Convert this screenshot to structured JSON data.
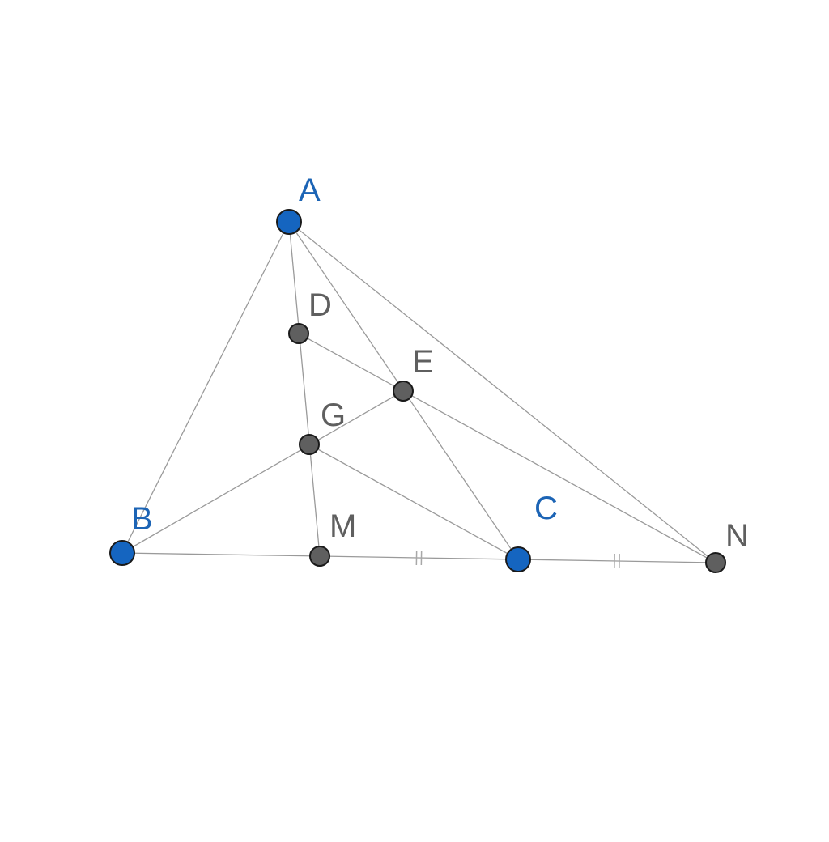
{
  "colors": {
    "free_point": "#1565c0",
    "dependent_point": "#5f5f5f",
    "free_label": "#1c64b5",
    "dependent_label": "#5f5f5f",
    "segment": "#9a9a9a"
  },
  "points": [
    {
      "id": "A",
      "label": "A",
      "kind": "free"
    },
    {
      "id": "B",
      "label": "B",
      "kind": "free"
    },
    {
      "id": "C",
      "label": "C",
      "kind": "free"
    },
    {
      "id": "D",
      "label": "D",
      "kind": "dependent"
    },
    {
      "id": "E",
      "label": "E",
      "kind": "dependent"
    },
    {
      "id": "G",
      "label": "G",
      "kind": "dependent"
    },
    {
      "id": "M",
      "label": "M",
      "kind": "dependent"
    },
    {
      "id": "N",
      "label": "N",
      "kind": "dependent"
    }
  ],
  "segments": [
    [
      "A",
      "B"
    ],
    [
      "A",
      "M"
    ],
    [
      "A",
      "C"
    ],
    [
      "A",
      "N"
    ],
    [
      "B",
      "N"
    ],
    [
      "B",
      "E"
    ],
    [
      "D",
      "N"
    ],
    [
      "G",
      "C"
    ]
  ],
  "equal_marks": [
    {
      "segment": [
        "M",
        "C"
      ],
      "ticks": 2
    },
    {
      "segment": [
        "C",
        "N"
      ],
      "ticks": 2
    }
  ]
}
